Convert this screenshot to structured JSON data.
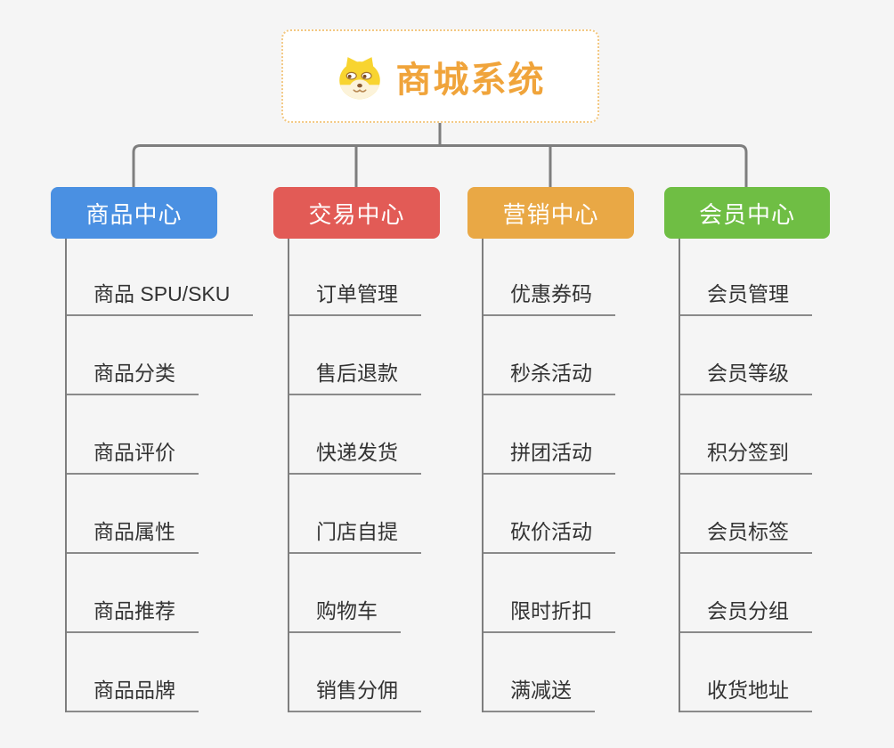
{
  "diagram": {
    "background_color": "#f5f5f5",
    "connector_color": "#7e7e7e",
    "root": {
      "label": "商城系统",
      "text_color": "#f0a43b",
      "border_color": "#f3c882",
      "icon": "doge-face-icon"
    },
    "branches": [
      {
        "label": "商品中心",
        "color": "#4a90e2",
        "children": [
          "商品 SPU/SKU",
          "商品分类",
          "商品评价",
          "商品属性",
          "商品推荐",
          "商品品牌"
        ]
      },
      {
        "label": "交易中心",
        "color": "#e25b56",
        "children": [
          "订单管理",
          "售后退款",
          "快递发货",
          "门店自提",
          "购物车",
          "销售分佣"
        ]
      },
      {
        "label": "营销中心",
        "color": "#e9a845",
        "children": [
          "优惠券码",
          "秒杀活动",
          "拼团活动",
          "砍价活动",
          "限时折扣",
          "满减送"
        ]
      },
      {
        "label": "会员中心",
        "color": "#6fbe44",
        "children": [
          "会员管理",
          "会员等级",
          "积分签到",
          "会员标签",
          "会员分组",
          "收货地址"
        ]
      }
    ]
  }
}
